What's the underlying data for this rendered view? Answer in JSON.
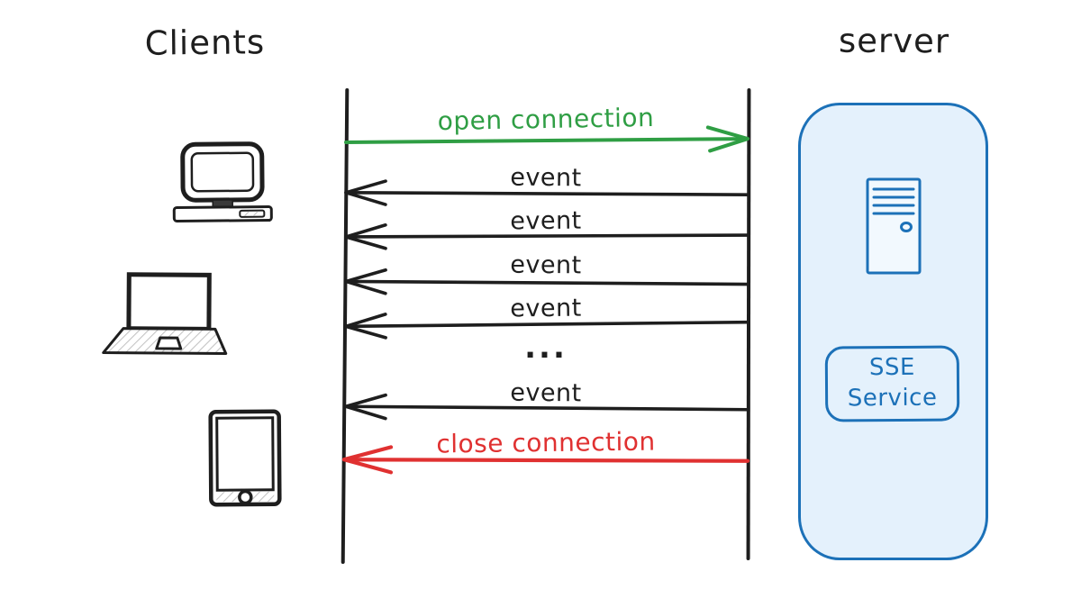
{
  "titles": {
    "clients": "Clients",
    "server": "server"
  },
  "colors": {
    "ink": "#1e1e1e",
    "green": "#2f9e44",
    "red": "#e03131",
    "blue": "#1c71b8",
    "server_fill": "#e4f1fc",
    "hatch": "#c4c4c4"
  },
  "icons": {
    "clients": [
      "desktop-computer-icon",
      "laptop-icon",
      "tablet-icon"
    ],
    "server": "server-tower-icon"
  },
  "sequence": {
    "client_lifeline": "clients",
    "server_lifeline": "server",
    "messages": [
      {
        "label": "open connection",
        "from": "client",
        "to": "server",
        "color": "#2f9e44"
      },
      {
        "label": "event",
        "from": "server",
        "to": "client",
        "color": "#1e1e1e"
      },
      {
        "label": "event",
        "from": "server",
        "to": "client",
        "color": "#1e1e1e"
      },
      {
        "label": "event",
        "from": "server",
        "to": "client",
        "color": "#1e1e1e"
      },
      {
        "label": "event",
        "from": "server",
        "to": "client",
        "color": "#1e1e1e"
      },
      {
        "label": "...",
        "type": "ellipsis"
      },
      {
        "label": "event",
        "from": "server",
        "to": "client",
        "color": "#1e1e1e"
      },
      {
        "label": "close connection",
        "from": "server",
        "to": "client",
        "color": "#e03131"
      }
    ]
  },
  "server_panel": {
    "sse_line1": "SSE",
    "sse_line2": "Service"
  }
}
